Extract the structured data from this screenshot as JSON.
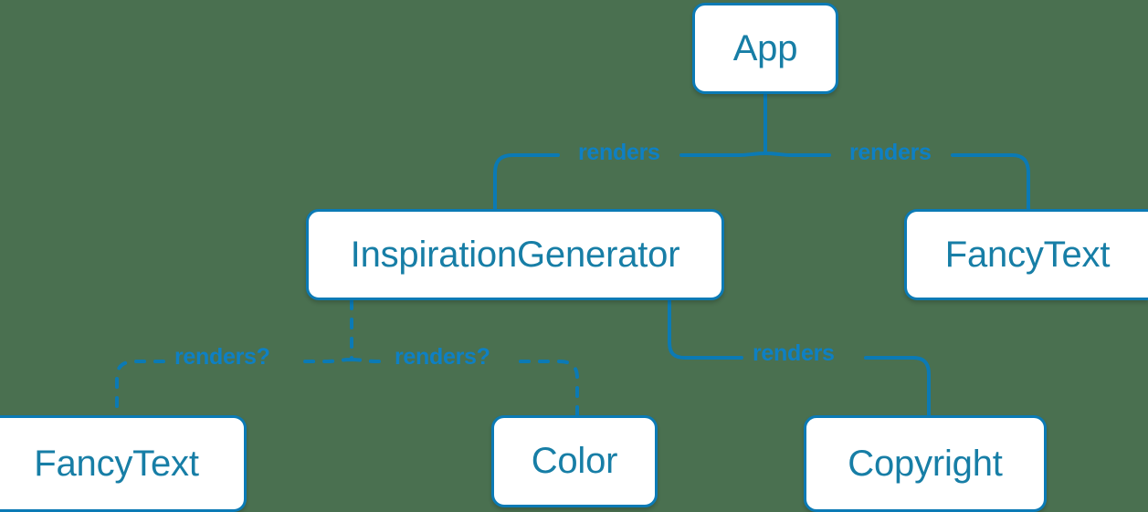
{
  "diagram": {
    "type": "component-tree",
    "background_color": "#4a7050",
    "node_fill": "#ffffff",
    "node_border_color": "#0b7ab5",
    "node_text_color": "#177ea6",
    "edge_color": "#0b7ab5",
    "edge_label_color": "#0e80c4",
    "nodes": [
      {
        "id": "app",
        "label": "App"
      },
      {
        "id": "inspiration",
        "label": "InspirationGenerator"
      },
      {
        "id": "fancytext-right",
        "label": "FancyText"
      },
      {
        "id": "fancytext-left",
        "label": "FancyText"
      },
      {
        "id": "color",
        "label": "Color"
      },
      {
        "id": "copyright",
        "label": "Copyright"
      }
    ],
    "edges": [
      {
        "id": "app-inspiration",
        "from": "app",
        "to": "inspiration",
        "label": "renders",
        "style": "solid"
      },
      {
        "id": "app-fancytext-right",
        "from": "app",
        "to": "fancytext-right",
        "label": "renders",
        "style": "solid"
      },
      {
        "id": "inspiration-copyright",
        "from": "inspiration",
        "to": "copyright",
        "label": "renders",
        "style": "solid"
      },
      {
        "id": "inspiration-fancytext-left",
        "from": "inspiration",
        "to": "fancytext-left",
        "label": "renders?",
        "style": "dashed"
      },
      {
        "id": "inspiration-color",
        "from": "inspiration",
        "to": "color",
        "label": "renders?",
        "style": "dashed"
      }
    ]
  }
}
